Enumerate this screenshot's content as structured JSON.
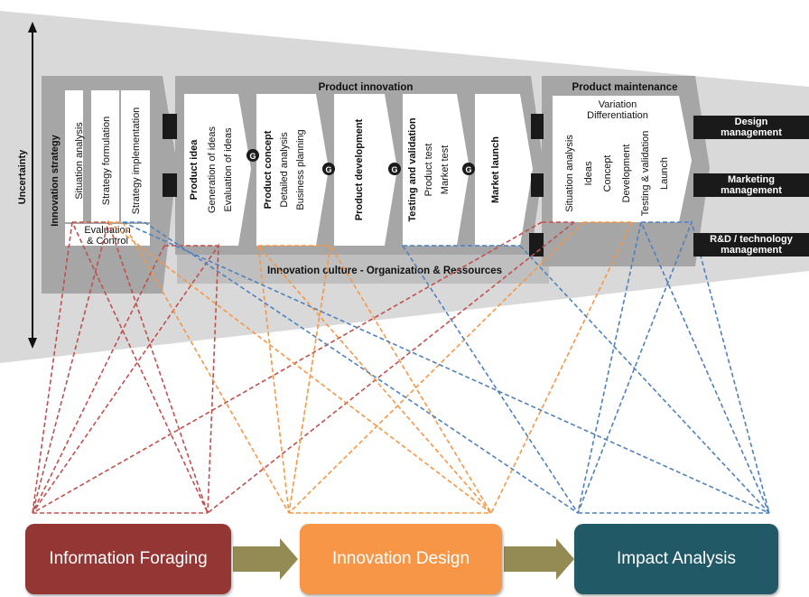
{
  "uncertainty_label": "Uncertainty",
  "innovation_strategy": {
    "title": "Innovation strategy",
    "steps": [
      "Situation analysis",
      "Strategy formulation",
      "Strategy implementation"
    ],
    "evaluation": [
      "Evaluation",
      "& Control"
    ]
  },
  "product_innovation": {
    "title": "Product innovation",
    "gate_letter": "G",
    "stages": [
      {
        "title": "Product idea",
        "lines": [
          "Generation of ideas",
          "Evaluation of ideas"
        ]
      },
      {
        "title": "Product concept",
        "lines": [
          "Detailed analysis",
          "Business planning"
        ]
      },
      {
        "title": "Product development",
        "lines": []
      },
      {
        "title": "Testing and validation",
        "lines": [
          "Product test",
          "Market test"
        ]
      },
      {
        "title": "Market launch",
        "lines": []
      }
    ]
  },
  "product_maintenance": {
    "title": "Product maintenance",
    "header_lines": [
      "Variation",
      "Differentiation"
    ],
    "steps": [
      "Situation analysis",
      "Ideas",
      "Concept",
      "Development",
      "Testing & validation",
      "Launch"
    ]
  },
  "innovation_culture": "Innovation culture   -   Organization & Ressources",
  "management": [
    {
      "lines": [
        "Design",
        "management"
      ]
    },
    {
      "lines": [
        "Marketing",
        "management"
      ]
    },
    {
      "lines": [
        "R&D / technology",
        "management"
      ]
    }
  ],
  "phases": [
    {
      "label": "Information Foraging",
      "color": "#943634"
    },
    {
      "label": "Innovation Design",
      "color": "#f79646"
    },
    {
      "label": "Impact Analysis",
      "color": "#215967"
    }
  ],
  "arrow_color": "#948a54",
  "line_colors": {
    "red": "#c0504d",
    "orange": "#f79646",
    "blue": "#4f81bd"
  }
}
